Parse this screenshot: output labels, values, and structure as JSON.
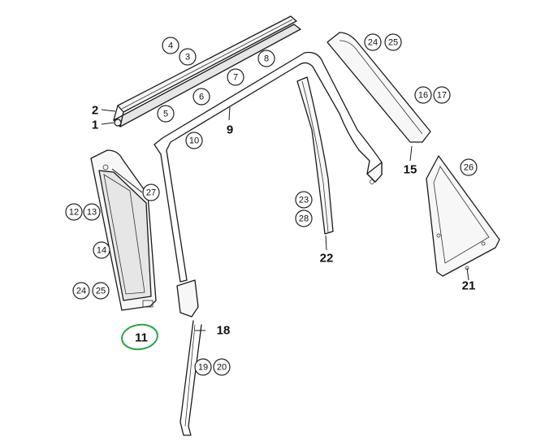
{
  "callouts": [
    {
      "id": "c4",
      "text": "4"
    },
    {
      "id": "c3",
      "text": "3"
    },
    {
      "id": "c8",
      "text": "8"
    },
    {
      "id": "c7",
      "text": "7"
    },
    {
      "id": "c6",
      "text": "6"
    },
    {
      "id": "c5",
      "text": "5"
    },
    {
      "id": "c10",
      "text": "10"
    },
    {
      "id": "c24a",
      "text": "24"
    },
    {
      "id": "c25a",
      "text": "25"
    },
    {
      "id": "c16",
      "text": "16"
    },
    {
      "id": "c17",
      "text": "17"
    },
    {
      "id": "c26",
      "text": "26"
    },
    {
      "id": "c27",
      "text": "27"
    },
    {
      "id": "c12",
      "text": "12"
    },
    {
      "id": "c13",
      "text": "13"
    },
    {
      "id": "c14",
      "text": "14"
    },
    {
      "id": "c24b",
      "text": "24"
    },
    {
      "id": "c25b",
      "text": "25"
    },
    {
      "id": "c23",
      "text": "23"
    },
    {
      "id": "c28",
      "text": "28"
    },
    {
      "id": "c19",
      "text": "19"
    },
    {
      "id": "c20",
      "text": "20"
    }
  ],
  "labels": {
    "l1": "1",
    "l2": "2",
    "l9": "9",
    "l15": "15",
    "l18": "18",
    "l21": "21",
    "l22": "22",
    "l11": "11"
  },
  "colors": {
    "line": "#1a1a1a",
    "highlight": "#22a845"
  }
}
